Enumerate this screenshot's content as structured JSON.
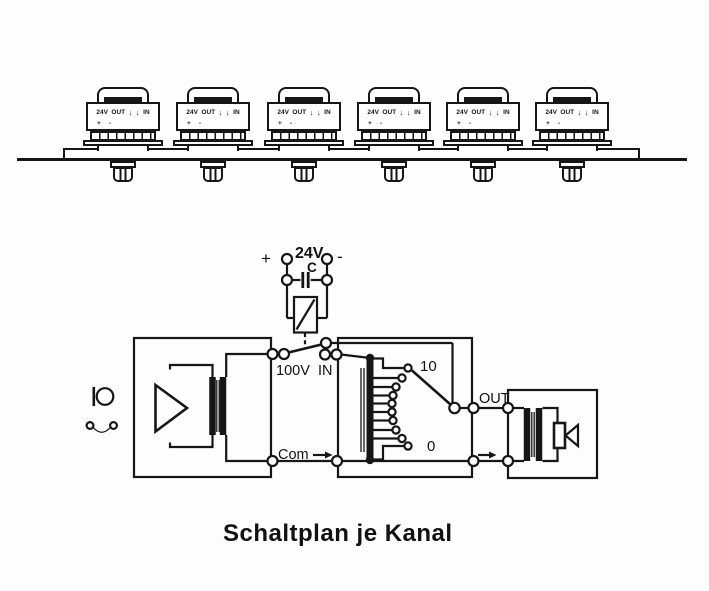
{
  "title": "Schaltplan je Kanal",
  "rack": {
    "module_count": 6,
    "module": {
      "voltage": "24V",
      "out": "OUT",
      "in": "IN",
      "plus": "+",
      "minus": "-",
      "arrow": "↓"
    }
  },
  "schematic": {
    "supply_plus": "+",
    "supply_voltage": "24V",
    "supply_minus": "-",
    "capacitor": "C",
    "line_100v": "100V",
    "attenuator_in": "IN",
    "tap_top": "10",
    "tap_bottom": "0",
    "out": "OUT",
    "common": "Com"
  },
  "colors": {
    "ink": "#161616",
    "paper": "#ffffff"
  }
}
